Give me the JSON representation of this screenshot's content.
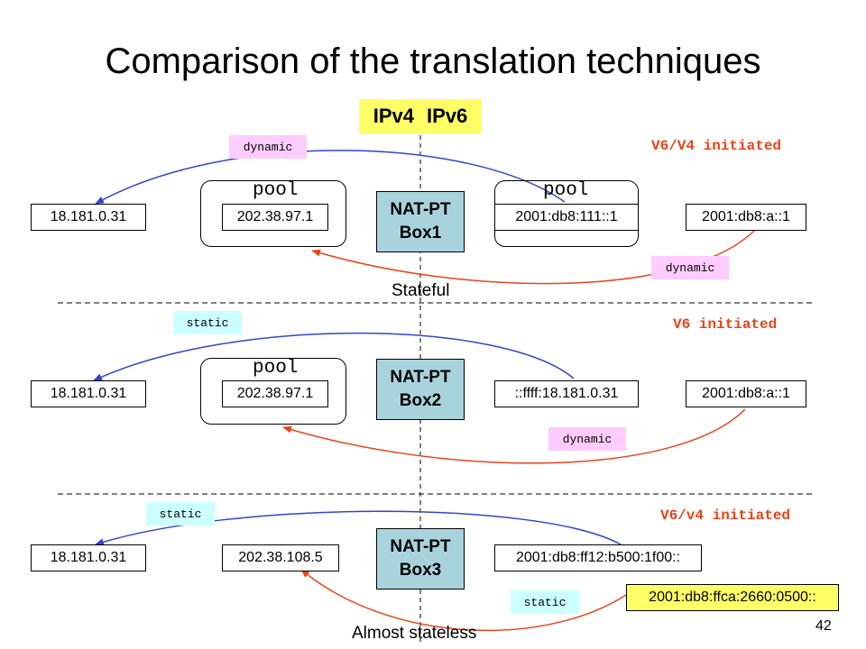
{
  "title": "Comparison of the translation techniques",
  "banner": {
    "ipv4": "IPv4",
    "ipv6": "IPv6"
  },
  "colors": {
    "arrow_blue": "#3344cc",
    "arrow_red": "#e8431a",
    "natpt_fill": "#a9d3dc",
    "highlight": "#ffff66",
    "dynamic_tag": "#ffccff",
    "static_tag": "#ccffff"
  },
  "row1": {
    "initiated": "V6/V4 initiated",
    "ipv4_host": "18.181.0.31",
    "ipv4_pool_label": "pool",
    "ipv4_pool_addr": "202.38.97.1",
    "natpt_line1": "NAT-PT",
    "natpt_line2": "Box1",
    "ipv6_pool_label": "pool",
    "ipv6_pool_addr": "2001:db8:111::1",
    "ipv6_host": "2001:db8:a::1",
    "top_mapping": "dynamic",
    "bottom_mapping": "dynamic",
    "mode": "Stateful"
  },
  "row2": {
    "initiated": "V6 initiated",
    "ipv4_host": "18.181.0.31",
    "ipv4_pool_label": "pool",
    "ipv4_pool_addr": "202.38.97.1",
    "natpt_line1": "NAT-PT",
    "natpt_line2": "Box2",
    "mapped_addr": "::ffff:18.181.0.31",
    "ipv6_host": "2001:db8:a::1",
    "top_mapping": "static",
    "bottom_mapping": "dynamic"
  },
  "row3": {
    "initiated": "V6/v4 initiated",
    "ipv4_host": "18.181.0.31",
    "ipv4_addr": "202.38.108.5",
    "natpt_line1": "NAT-PT",
    "natpt_line2": "Box3",
    "ipv6_addr": "2001:db8:ff12:b500:1f00::",
    "ipv6_host": "2001:db8:ffca:2660:0500::",
    "top_mapping": "static",
    "bottom_mapping": "static",
    "mode": "Almost stateless"
  },
  "page_number": "42"
}
